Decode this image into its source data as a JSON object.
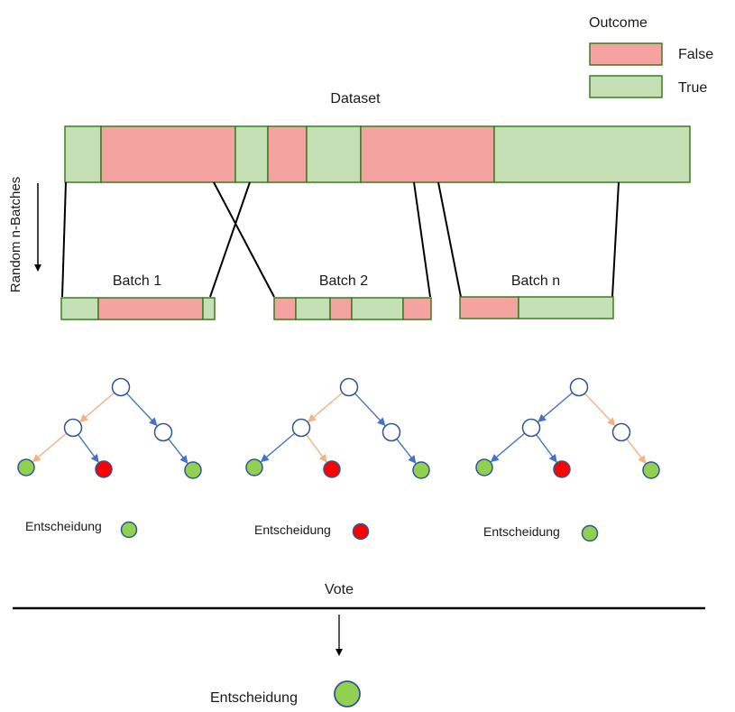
{
  "legend": {
    "title": "Outcome",
    "items": [
      {
        "label": "False",
        "color": "#f4a3a0"
      },
      {
        "label": "True",
        "color": "#c5e0b4"
      }
    ]
  },
  "dataset": {
    "label": "Dataset",
    "segments": [
      "true",
      "false",
      "true",
      "false",
      "true",
      "false",
      "true"
    ]
  },
  "side_label": "Random n-Batches",
  "batches": [
    {
      "label": "Batch 1",
      "segments": [
        "true",
        "false",
        "true"
      ]
    },
    {
      "label": "Batch 2",
      "segments": [
        "false",
        "true",
        "false",
        "true",
        "false"
      ]
    },
    {
      "label": "Batch n",
      "segments": [
        "false",
        "true"
      ]
    }
  ],
  "trees": [
    {
      "decision_label": "Entscheidung",
      "decision": "true",
      "leaves": [
        "true",
        "false",
        "true"
      ],
      "path": "left-left"
    },
    {
      "decision_label": "Entscheidung",
      "decision": "false",
      "leaves": [
        "true",
        "false",
        "true"
      ],
      "path": "left-right"
    },
    {
      "decision_label": "Entscheidung",
      "decision": "true",
      "leaves": [
        "true",
        "false",
        "true"
      ],
      "path": "right-right"
    }
  ],
  "vote": {
    "label": "Vote"
  },
  "final": {
    "label": "Entscheidung",
    "decision": "true"
  },
  "colors": {
    "false_fill": "#f4a3a0",
    "true_fill": "#c5e0b4",
    "box_stroke": "#3a7d23",
    "node_stroke": "#2f5597",
    "edge_blue": "#4472c4",
    "edge_orange": "#f4b183",
    "leaf_green": "#92d050",
    "leaf_red": "#ff0000",
    "leaf_stroke": "#2f5597"
  }
}
